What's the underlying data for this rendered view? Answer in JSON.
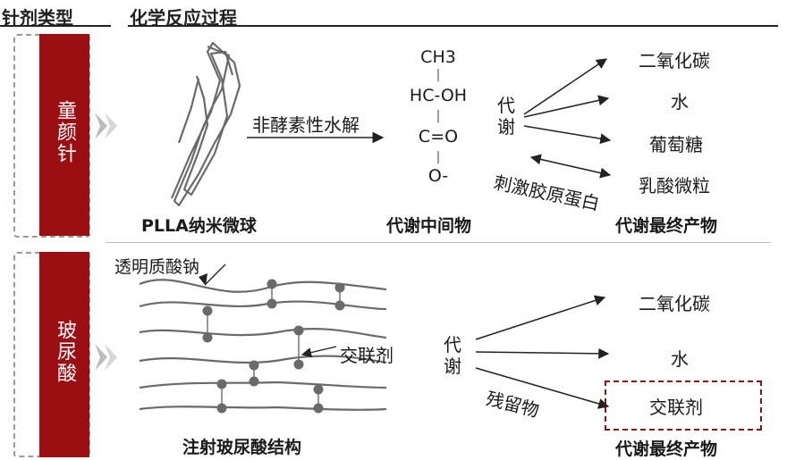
{
  "headers": {
    "needle_type": "针剂类型",
    "reaction_process": "化学反应过程"
  },
  "colors": {
    "accent": "#9b0f12",
    "arrow": "#bcbcbc",
    "line": "#555555"
  },
  "row1": {
    "name": "童颜针",
    "material_label": "PLLA纳米微球",
    "process_label": "非酵素性水解",
    "intermediate": {
      "lines": [
        "CH3",
        "|",
        "HC-OH",
        "|",
        "C=O",
        "|",
        "O-"
      ],
      "caption": "代谢中间物"
    },
    "metabolism_label": "代谢",
    "products": [
      "二氧化碳",
      "水",
      "葡萄糖",
      "乳酸微粒"
    ],
    "stimulate_label": "刺激胶原蛋白",
    "products_caption": "代谢最终产物"
  },
  "row2": {
    "name": "玻尿酸",
    "ha_label": "透明质酸钠",
    "crosslinker_label": "交联剂",
    "structure_caption": "注射玻尿酸结构",
    "metabolism_label": "代谢",
    "products": [
      "二氧化碳",
      "水",
      "交联剂"
    ],
    "residue_label": "残留物",
    "products_caption": "代谢最终产物"
  }
}
